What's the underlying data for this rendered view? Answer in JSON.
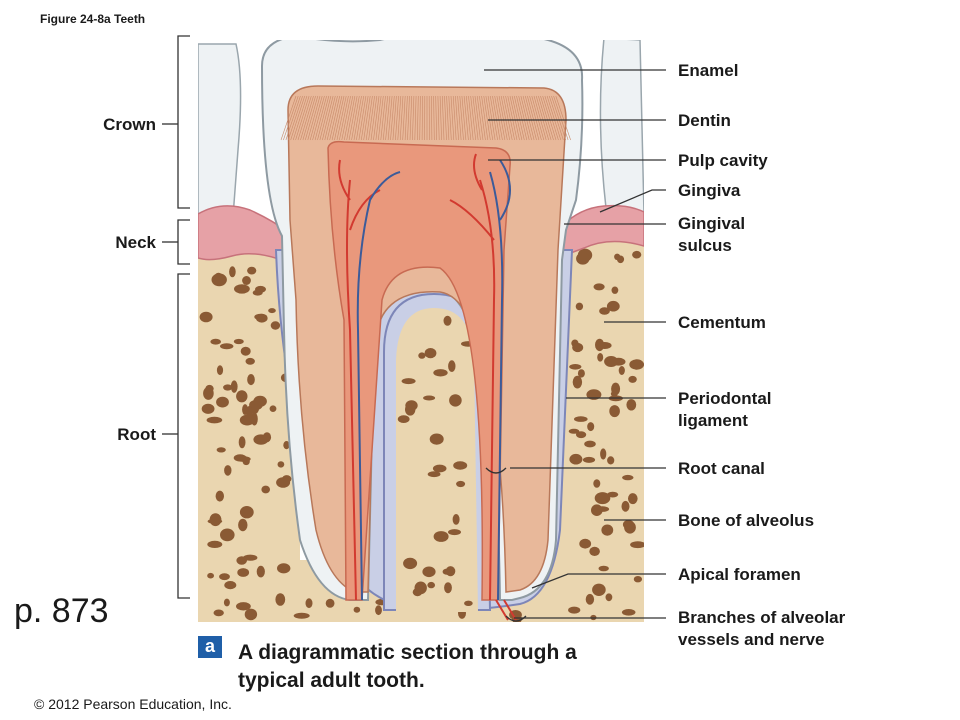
{
  "figure": {
    "title": "Figure 24-8a   Teeth"
  },
  "segments": {
    "crown": "Crown",
    "neck": "Neck",
    "root": "Root"
  },
  "labels": {
    "enamel": "Enamel",
    "dentin": "Dentin",
    "pulp_cavity": "Pulp cavity",
    "gingiva": "Gingiva",
    "gingival_sulcus": [
      "Gingival",
      "sulcus"
    ],
    "cementum": "Cementum",
    "periodontal_ligament": [
      "Periodontal",
      "ligament"
    ],
    "root_canal": "Root canal",
    "bone_of_alveolus": "Bone of alveolus",
    "apical_foramen": "Apical foramen",
    "branches": [
      "Branches of alveolar",
      "vessels and nerve"
    ]
  },
  "page": {
    "number": "p.  873"
  },
  "caption": {
    "badge": "a",
    "text": "A diagrammatic section through a typical adult tooth."
  },
  "copyright": "© 2012 Pearson Education, Inc.",
  "colors": {
    "enamel": "#eef2f4",
    "dentin": "#e8b89a",
    "pulp": "#e9987c",
    "gingiva": "#e6a1a6",
    "bone": "#ead6b0",
    "bone_pore": "#8a5a34",
    "ligament": "#c9cfe6",
    "artery": "#d23a30",
    "vein": "#3b5b9a",
    "accent": "#1f5fa8"
  }
}
